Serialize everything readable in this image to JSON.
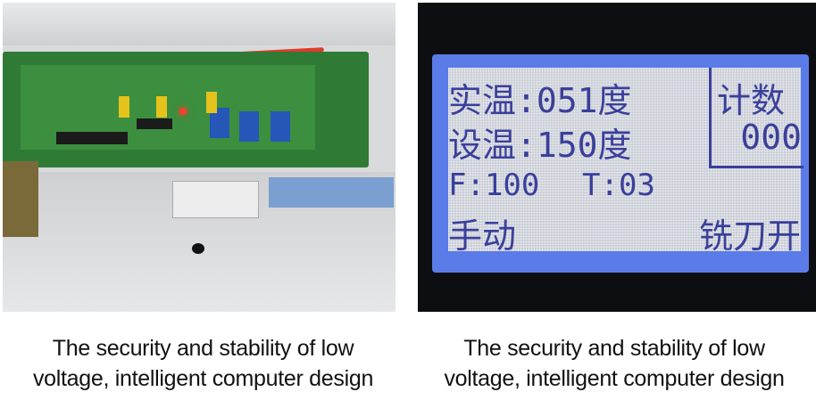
{
  "panels": [
    {
      "caption_line1": "The security and stability of low",
      "caption_line2": "voltage, intelligent computer design"
    },
    {
      "caption_line1": "The security and stability of low",
      "caption_line2": "voltage, intelligent computer design",
      "lcd": {
        "actual_temp": "实温:051度",
        "set_temp": "设温:150度",
        "count_label": "计数",
        "count_value": "000",
        "f_value": "F:100",
        "t_value": "T:03",
        "mode": "手动",
        "status": "铣刀开"
      }
    }
  ]
}
